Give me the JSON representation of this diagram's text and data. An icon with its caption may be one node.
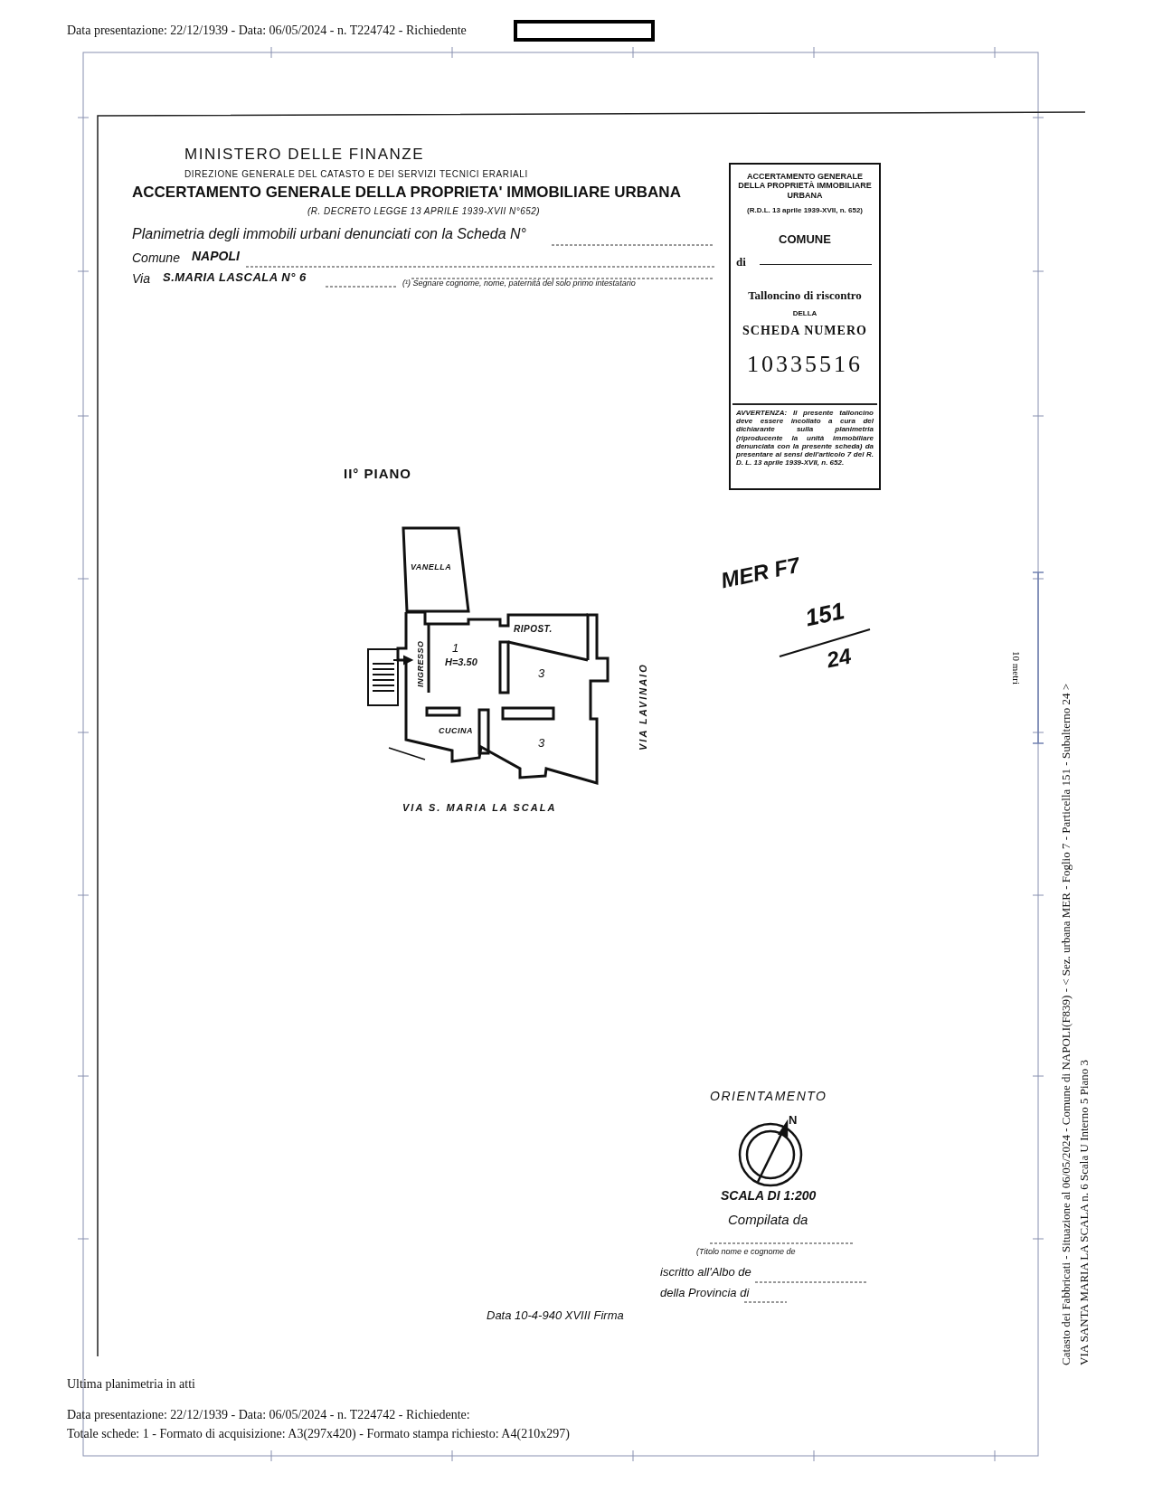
{
  "diagram": {
    "nodes": [
      {
        "text": [
          "ACCERTAMENTO GENERALE DELLA PROPRIETÀ IMMOBILIARE URBANA",
          "(R.D.L. 13 aprile 1939-XVII, n. 652)",
          "COMUNE",
          "di",
          "Talloncino di riscontro",
          "DELLA",
          "SCHEDA NUMERO",
          "10335516",
          "AVVERTENZA: Il presente talloncino deve essere incollato a cura del dichiarante sulla planimetria (riproducente la unità immobiliare denunciata con la presente scheda) da presentare ai sensi dell'articolo 7 del R. D. L. 13 aprile 1939-XVII, n. 652."
        ]
      },
      {
        "text": [
          "VANELLA"
        ]
      }
    ],
    "labels": [
      "Data presentazione: 22/12/1939 - Data: 06/05/2024 - n. T224742 - Richiedente",
      "MINISTERO DELLE FINANZE",
      "DIREZIONE GENERALE DEL CATASTO E DEI SERVIZI TECNICI ERARIALI",
      "ACCERTAMENTO GENERALE DELLA PROPRIETA' IMMOBILIARE URBANA",
      "(R. DECRETO LEGGE 13 APRILE 1939-XVII N°652)",
      "Planimetria degli immobili urbani denunciati con la Scheda N°",
      "Comune",
      "NAPOLI",
      "Via",
      "S.MARIA LASCALA N° 6",
      "(¹) Segnare cognome, nome, paternità del solo primo intestatario",
      "II° PIANO",
      "INGRESSO",
      "1",
      "H=3.50",
      "RIPOST.",
      "3",
      "CUCINA",
      "3",
      "VIA LAVINAIO",
      "VIA S. MARIA LA SCALA",
      "MER F7",
      "151",
      "24",
      "10 metri",
      "ORIENTAMENTO",
      "N",
      "SCALA DI 1:200",
      "Compilata da",
      "(Titolo nome e cognome de",
      "iscritto all'Albo de",
      "della Provincia di",
      "Data 10-4-940 XVIII Firma",
      "Ultima planimetria in atti",
      "Data presentazione: 22/12/1939 - Data: 06/05/2024 - n. T224742 - Richiedente:",
      "Totale schede: 1 - Formato di acquisizione: A3(297x420) - Formato stampa richiesto: A4(210x297)",
      "Catasto dei Fabbricati - Situazione al 06/05/2024 - Comune di NAPOLI(F839) - < Sez. urbana MER - Foglio 7 - Particella 151 - Subalterno 24 >",
      "VIA SANTA MARIA LA SCALA n. 6  Scala U Interno 5 Piano 3"
    ]
  }
}
